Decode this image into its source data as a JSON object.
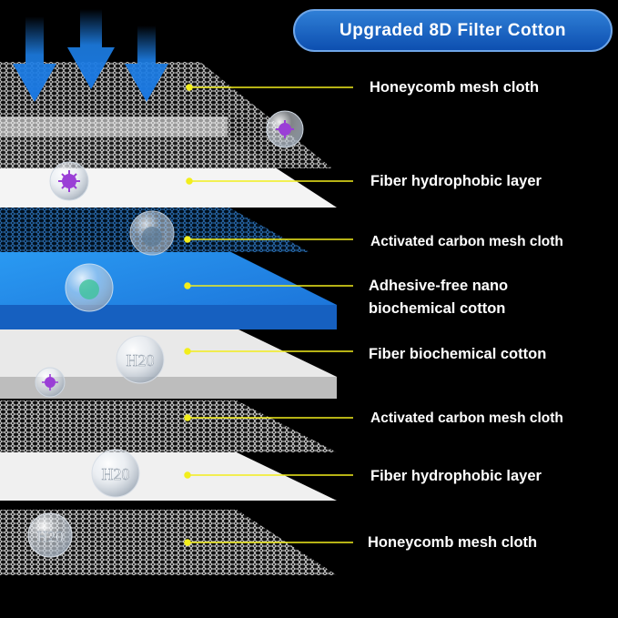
{
  "title": "Upgraded 8D Filter Cotton",
  "layers": [
    {
      "label": "Honeycomb mesh cloth"
    },
    {
      "label": "Fiber hydrophobic layer"
    },
    {
      "label": "Activated carbon mesh cloth"
    },
    {
      "label_lines": [
        "Adhesive-free nano",
        "biochemical cotton"
      ]
    },
    {
      "label": "Fiber biochemical cotton"
    },
    {
      "label": "Activated carbon mesh cloth"
    },
    {
      "label": "Fiber hydrophobic layer"
    },
    {
      "label": "Honeycomb mesh cloth"
    }
  ],
  "bubbles": [
    "H20",
    "H20",
    "H20"
  ],
  "colors": {
    "background": "#000000",
    "title_pill": "#1e6cc8",
    "leader_line": "#f2ee1c",
    "blue_layer": "#1f86e8",
    "white_layer": "#f2f2f2",
    "grey_layer": "#e6e6e6",
    "arrow": "#1d7fe6",
    "virus": "#9a3fd6"
  },
  "icons": [
    "down-arrow-icon",
    "virus-icon",
    "water-droplet-icon",
    "bubble-icon"
  ]
}
